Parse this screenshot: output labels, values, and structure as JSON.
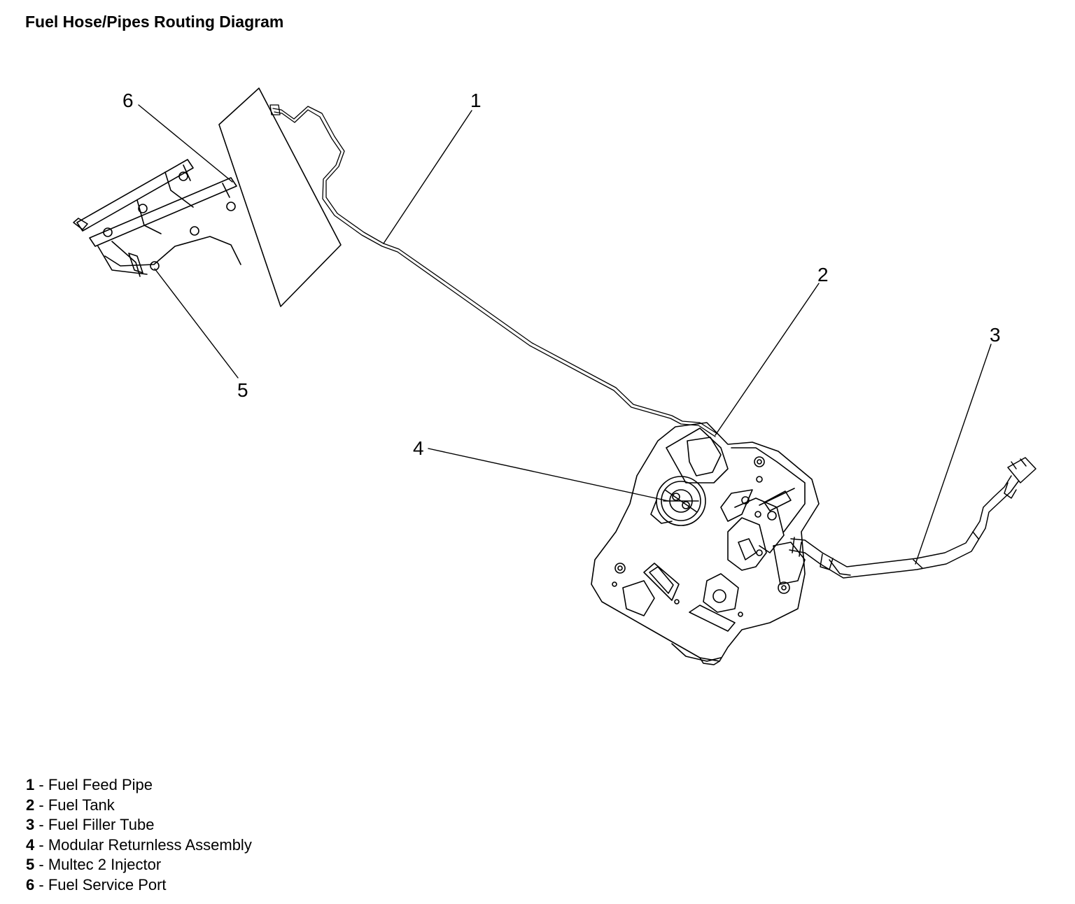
{
  "title": "Fuel Hose/Pipes Routing Diagram",
  "callouts": [
    {
      "num": "1",
      "label": "Fuel Feed Pipe"
    },
    {
      "num": "2",
      "label": "Fuel Tank"
    },
    {
      "num": "3",
      "label": "Fuel Filler Tube"
    },
    {
      "num": "4",
      "label": "Modular Returnless Assembly"
    },
    {
      "num": "5",
      "label": "Multec 2 Injector"
    },
    {
      "num": "6",
      "label": "Fuel Service Port"
    }
  ],
  "separator": " - "
}
